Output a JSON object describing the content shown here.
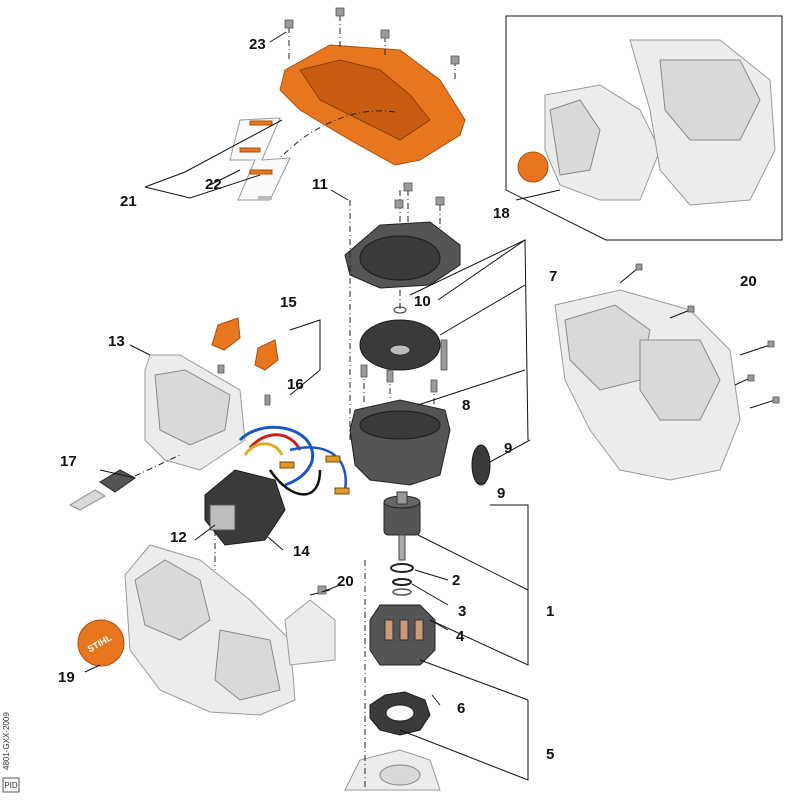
{
  "callouts": [
    {
      "id": "c23",
      "text": "23"
    },
    {
      "id": "c22",
      "text": "22"
    },
    {
      "id": "c21",
      "text": "21"
    },
    {
      "id": "c11",
      "text": "11"
    },
    {
      "id": "c18",
      "text": "18"
    },
    {
      "id": "c20a",
      "text": "20"
    },
    {
      "id": "c10",
      "text": "10"
    },
    {
      "id": "c7",
      "text": "7"
    },
    {
      "id": "c15",
      "text": "15"
    },
    {
      "id": "c13",
      "text": "13"
    },
    {
      "id": "c16",
      "text": "16"
    },
    {
      "id": "c8",
      "text": "8"
    },
    {
      "id": "c9a",
      "text": "9"
    },
    {
      "id": "c9b",
      "text": "9"
    },
    {
      "id": "c17",
      "text": "17"
    },
    {
      "id": "c12",
      "text": "12"
    },
    {
      "id": "c14",
      "text": "14"
    },
    {
      "id": "c20b",
      "text": "20"
    },
    {
      "id": "c2",
      "text": "2"
    },
    {
      "id": "c1",
      "text": "1"
    },
    {
      "id": "c3",
      "text": "3"
    },
    {
      "id": "c4",
      "text": "4"
    },
    {
      "id": "c19",
      "text": "19"
    },
    {
      "id": "c6",
      "text": "6"
    },
    {
      "id": "c5",
      "text": "5"
    }
  ],
  "side_code": "4801-GXX-2009",
  "corner_mark": "PID",
  "colors": {
    "housing_orange": "#e8761f",
    "housing_gray": "#d9d9d9",
    "part_dark": "#3a3a3a"
  }
}
